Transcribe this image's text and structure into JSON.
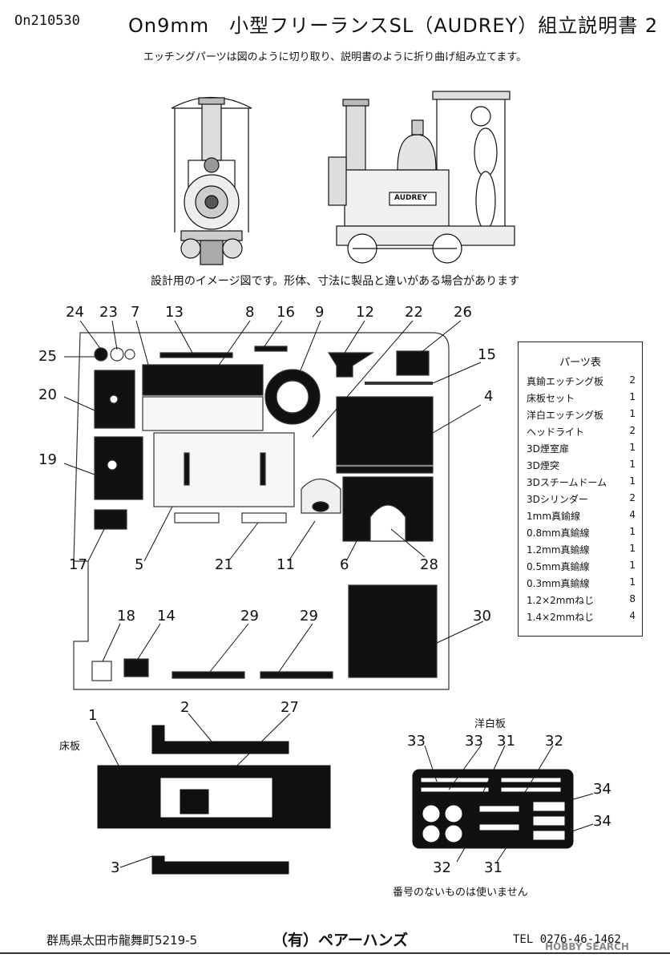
{
  "header": {
    "code": "On210530",
    "title": "On9mm　小型フリーランスSL（AUDREY）組立説明書 2"
  },
  "instruction": "エッチングパーツは図のように切り取り、説明書のように折り曲げ組み立てます。",
  "image_caption": "設計用のイメージ図です。形体、寸法に製品と違いがある場合があります",
  "loco_nameplate": "AUDREY",
  "part_numbers": {
    "n24": "24",
    "n23": "23",
    "n7": "7",
    "n13": "13",
    "n8": "8",
    "n16": "16",
    "n9": "9",
    "n12": "12",
    "n22": "22",
    "n26": "26",
    "n15": "15",
    "n25": "25",
    "n20": "20",
    "n4": "4",
    "n19": "19",
    "n17": "17",
    "n5": "5",
    "n21": "21",
    "n11": "11",
    "n6": "6",
    "n28": "28",
    "n18": "18",
    "n14": "14",
    "n29a": "29",
    "n29b": "29",
    "n30": "30",
    "n1": "1",
    "n2": "2",
    "n27": "27",
    "n3": "3",
    "n33a": "33",
    "n33b": "33",
    "n31a": "31",
    "n32a": "32",
    "n34a": "34",
    "n34b": "34",
    "n32b": "32",
    "n31b": "31"
  },
  "labels": {
    "floor_plate": "床板",
    "nickel_silver_plate": "洋白板"
  },
  "parts_table": {
    "title": "パーツ表",
    "rows": [
      {
        "name": "真鍮エッチング板",
        "qty": "2"
      },
      {
        "name": "床板セット",
        "qty": "1"
      },
      {
        "name": "洋白エッチング板",
        "qty": "1"
      },
      {
        "name": "ヘッドライト",
        "qty": "2"
      },
      {
        "name": "3D煙室扉",
        "qty": "1"
      },
      {
        "name": "3D煙突",
        "qty": "1"
      },
      {
        "name": "3Dスチームドーム",
        "qty": "1"
      },
      {
        "name": "3Dシリンダー",
        "qty": "2"
      },
      {
        "name": "1mm真鍮線",
        "qty": "4"
      },
      {
        "name": "0.8mm真鍮線",
        "qty": "1"
      },
      {
        "name": "1.2mm真鍮線",
        "qty": "1"
      },
      {
        "name": "0.5mm真鍮線",
        "qty": "1"
      },
      {
        "name": "0.3mm真鍮線",
        "qty": "1"
      },
      {
        "name": "1.2×2mmねじ",
        "qty": "8"
      },
      {
        "name": "1.4×2mmねじ",
        "qty": "4"
      }
    ]
  },
  "unused_note": "番号のないものは使いません",
  "footer": {
    "address": "群馬県太田市龍舞町5219-5",
    "company": "（有）ペアーハンズ",
    "tel": "TEL 0276-46-1462",
    "watermark": "HOBBY SEARCH"
  }
}
